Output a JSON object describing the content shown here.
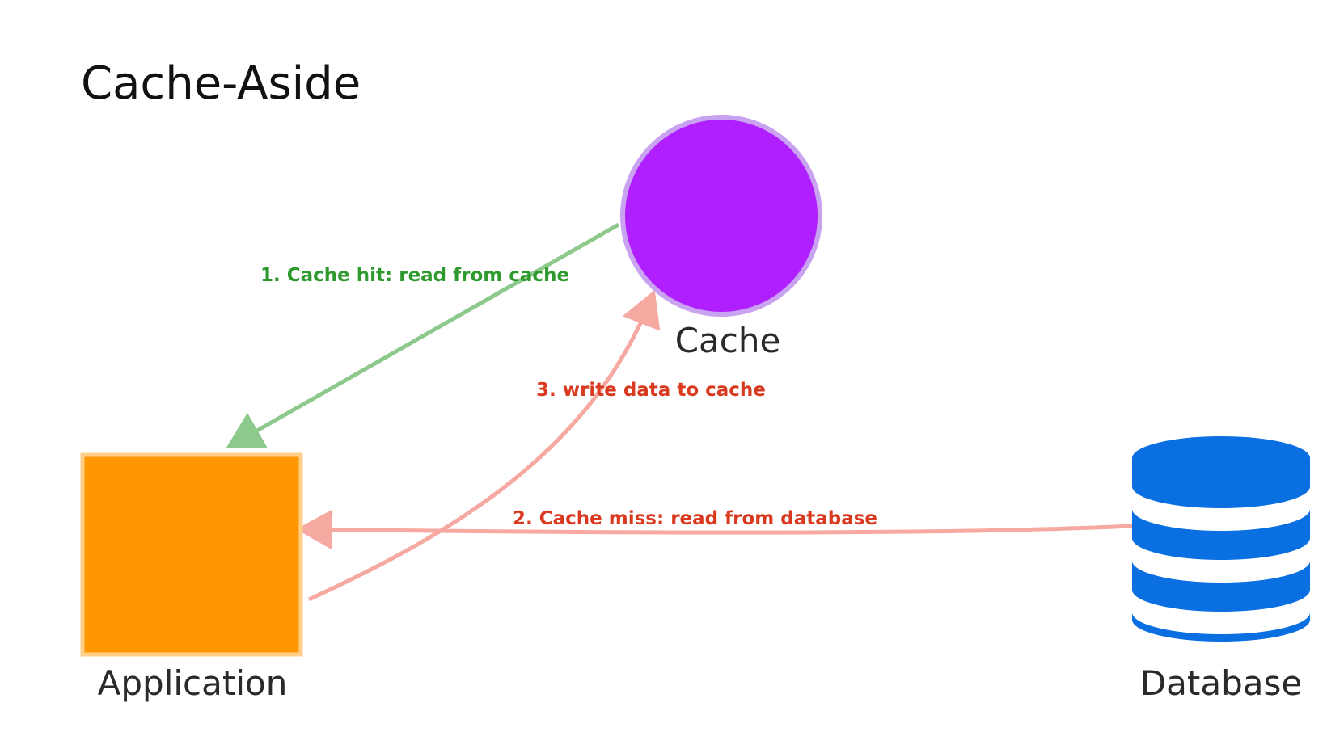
{
  "title": "Cache-Aside",
  "nodes": {
    "cache": {
      "label": "Cache",
      "color": "#b020ff",
      "stroke": "#c9a2f0"
    },
    "application": {
      "label": "Application",
      "color": "#ff9800",
      "stroke": "#ffcf8a"
    },
    "database": {
      "label": "Database",
      "color": "#0a6fe0"
    }
  },
  "edges": {
    "cache_hit": {
      "label": "1. Cache hit: read from cache",
      "color": "#8cc98a",
      "text_color": "#2e9a2e"
    },
    "cache_miss": {
      "label": "2. Cache miss: read from database",
      "color": "#f5a9a0",
      "text_color": "#d93a1f"
    },
    "write_cache": {
      "label": "3. write data to cache",
      "color": "#f5a9a0",
      "text_color": "#d93a1f"
    }
  }
}
